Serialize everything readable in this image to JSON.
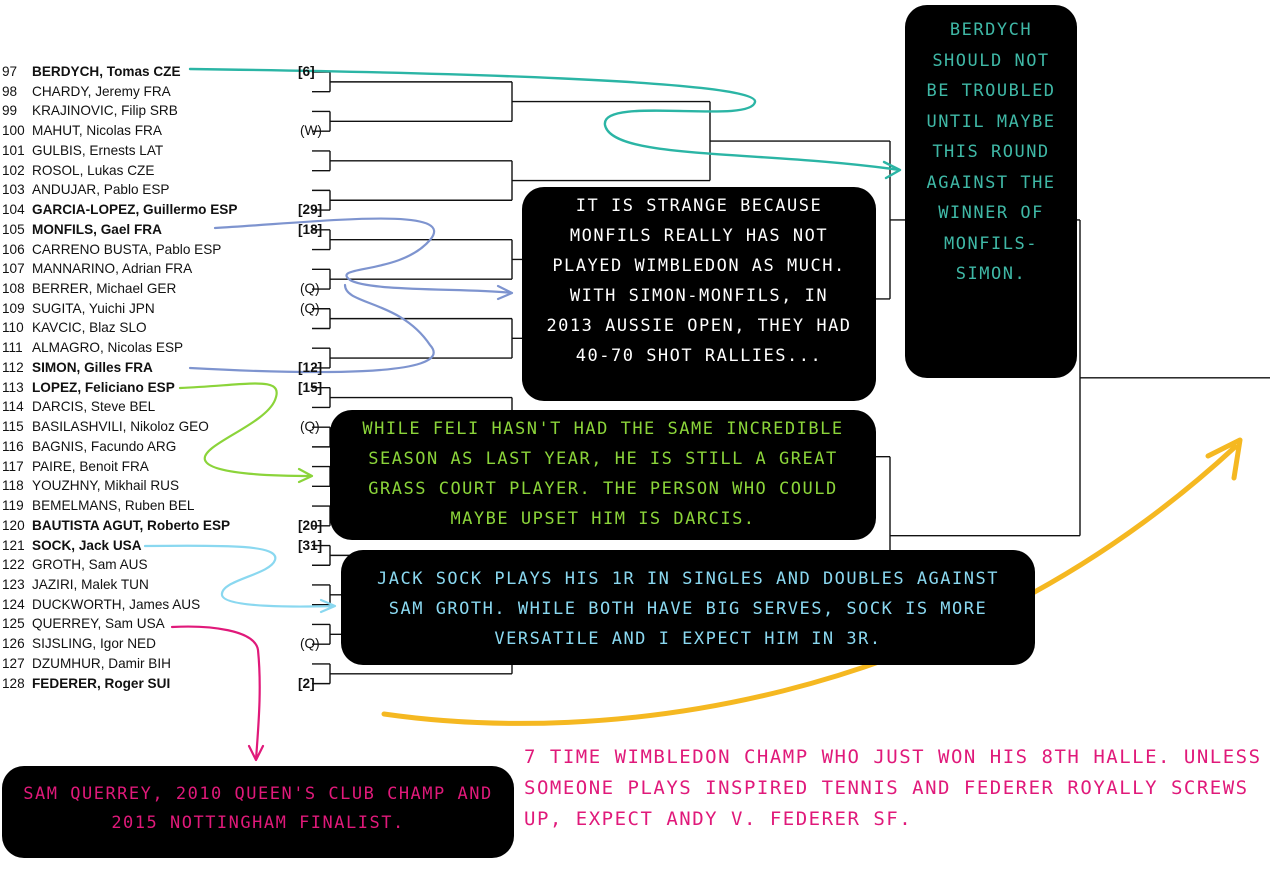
{
  "players": [
    {
      "num": "97",
      "name": "BERDYCH, Tomas CZE",
      "seed": "[6]",
      "bold": true
    },
    {
      "num": "98",
      "name": "CHARDY, Jeremy FRA",
      "seed": "",
      "bold": false
    },
    {
      "num": "99",
      "name": "KRAJINOVIC, Filip SRB",
      "seed": "",
      "bold": false
    },
    {
      "num": "100",
      "name": "MAHUT, Nicolas FRA",
      "seed": "(W)",
      "bold": false
    },
    {
      "num": "101",
      "name": "GULBIS, Ernests LAT",
      "seed": "",
      "bold": false
    },
    {
      "num": "102",
      "name": "ROSOL, Lukas CZE",
      "seed": "",
      "bold": false
    },
    {
      "num": "103",
      "name": "ANDUJAR, Pablo ESP",
      "seed": "",
      "bold": false
    },
    {
      "num": "104",
      "name": "GARCIA-LOPEZ, Guillermo ESP",
      "seed": "[29]",
      "bold": true
    },
    {
      "num": "105",
      "name": "MONFILS, Gael FRA",
      "seed": "[18]",
      "bold": true
    },
    {
      "num": "106",
      "name": "CARRENO BUSTA, Pablo ESP",
      "seed": "",
      "bold": false
    },
    {
      "num": "107",
      "name": "MANNARINO, Adrian FRA",
      "seed": "",
      "bold": false
    },
    {
      "num": "108",
      "name": "BERRER, Michael GER",
      "seed": "(Q)",
      "bold": false
    },
    {
      "num": "109",
      "name": "SUGITA, Yuichi JPN",
      "seed": "(Q)",
      "bold": false
    },
    {
      "num": "110",
      "name": "KAVCIC, Blaz SLO",
      "seed": "",
      "bold": false
    },
    {
      "num": "111",
      "name": "ALMAGRO, Nicolas ESP",
      "seed": "",
      "bold": false
    },
    {
      "num": "112",
      "name": "SIMON, Gilles FRA",
      "seed": "[12]",
      "bold": true
    },
    {
      "num": "113",
      "name": "LOPEZ, Feliciano ESP",
      "seed": "[15]",
      "bold": true
    },
    {
      "num": "114",
      "name": "DARCIS, Steve BEL",
      "seed": "",
      "bold": false
    },
    {
      "num": "115",
      "name": "BASILASHVILI, Nikoloz GEO",
      "seed": "(Q)",
      "bold": false
    },
    {
      "num": "116",
      "name": "BAGNIS, Facundo ARG",
      "seed": "",
      "bold": false
    },
    {
      "num": "117",
      "name": "PAIRE, Benoit FRA",
      "seed": "",
      "bold": false
    },
    {
      "num": "118",
      "name": "YOUZHNY, Mikhail RUS",
      "seed": "",
      "bold": false
    },
    {
      "num": "119",
      "name": "BEMELMANS, Ruben BEL",
      "seed": "",
      "bold": false
    },
    {
      "num": "120",
      "name": "BAUTISTA AGUT, Roberto ESP",
      "seed": "[20]",
      "bold": true
    },
    {
      "num": "121",
      "name": "SOCK, Jack USA",
      "seed": "[31]",
      "bold": true
    },
    {
      "num": "122",
      "name": "GROTH, Sam AUS",
      "seed": "",
      "bold": false
    },
    {
      "num": "123",
      "name": "JAZIRI, Malek TUN",
      "seed": "",
      "bold": false
    },
    {
      "num": "124",
      "name": "DUCKWORTH, James AUS",
      "seed": "",
      "bold": false
    },
    {
      "num": "125",
      "name": "QUERREY, Sam USA",
      "seed": "",
      "bold": false
    },
    {
      "num": "126",
      "name": "SIJSLING, Igor NED",
      "seed": "(Q)",
      "bold": false
    },
    {
      "num": "127",
      "name": "DZUMHUR, Damir BIH",
      "seed": "",
      "bold": false
    },
    {
      "num": "128",
      "name": "FEDERER, Roger SUI",
      "seed": "[2]",
      "bold": true
    }
  ],
  "notes": {
    "berdych": {
      "text": "Berdych should not be troubled until maybe this round against the winner of Monfils-Simon.",
      "color": "#3fb8a6"
    },
    "monfils": {
      "text": "It is strange because Monfils really has not played Wimbledon as much. With Simon-Monfils, in 2013 Aussie Open, they had 40-70 shot rallies...",
      "color": "#ffffff"
    },
    "feli": {
      "text": "While Feli hasn't had the same incredible season as last year, he is still a great grass court player. The person who could maybe upset him is Darcis.",
      "color": "#8bd43a"
    },
    "sock": {
      "text": "Jack Sock plays his 1R in singles and doubles against Sam Groth. While both have big serves, Sock is more versatile and I expect him in 3R.",
      "color": "#8ad8f0"
    },
    "querrey": {
      "text": "Sam Querrey, 2010 Queen's Club champ and 2015 Nottingham finalist.",
      "color": "#e0197a"
    },
    "federer": {
      "text": "7 time Wimbledon champ who just won his 8th Halle. Unless someone plays inspired tennis and Federer royally screws up, expect Andy v. Federer SF.",
      "color": "#e0197a"
    }
  },
  "colors": {
    "teal": "#2bb5a5",
    "blue": "#7e94cf",
    "green": "#8bd43a",
    "cyan": "#8ad8f0",
    "pink": "#e0197a",
    "orange": "#f5b821",
    "bracket": "#000000"
  }
}
